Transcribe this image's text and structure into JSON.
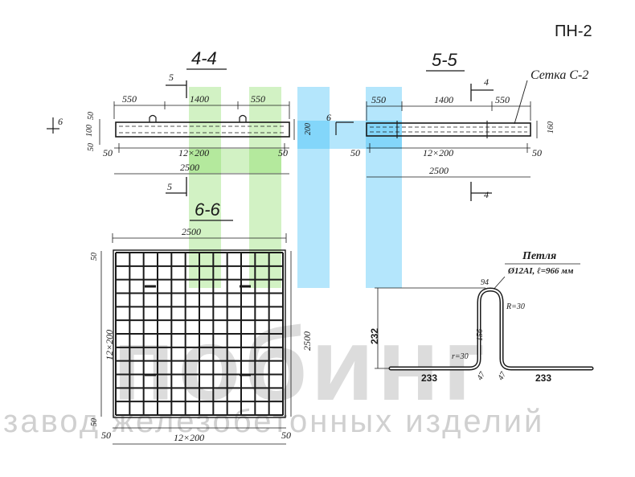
{
  "page_code": "ПН-2",
  "watermark": {
    "brand": "побинг",
    "caption": "завод железобетонных изделий"
  },
  "section_4_4": {
    "title": "4-4",
    "dims_top": [
      "550",
      "1400",
      "550"
    ],
    "span": "12×200",
    "edge_left": "50",
    "edge_right": "50",
    "total": "2500",
    "height": "200",
    "side_marks": [
      "50",
      "100",
      "50"
    ],
    "cut_mark_top": "5",
    "cut_mark_bottom": "5",
    "cut_mark_left": "6",
    "cut_mark_left_small": "50"
  },
  "section_5_5": {
    "title": "5-5",
    "label_mesh": "Сетка С-2",
    "dims_top": [
      "550",
      "1400",
      "550"
    ],
    "span": "12×200",
    "edge_left": "50",
    "edge_right": "50",
    "total": "2500",
    "height": "160",
    "cut_mark_top": "4",
    "cut_mark_bottom": "4",
    "cut_mark_left": "6"
  },
  "section_6_6": {
    "title": "6-6",
    "dim_top": "2500",
    "dim_left": "12×200",
    "dim_right": "2500",
    "dim_bottom": "12×200",
    "edge_top": "50",
    "edge_bottom": "50",
    "edge_left": "50",
    "edge_right": "50"
  },
  "loop_detail": {
    "title": "Петля",
    "spec": "Ø12AI, ℓ=966 мм",
    "height": "232",
    "leg_left": "233",
    "leg_right": "233",
    "top_label": "94",
    "radius_top": "R=30",
    "radius_bottom": "r=30",
    "inner_height": "156",
    "bend_left": "47",
    "bend_right": "47"
  }
}
